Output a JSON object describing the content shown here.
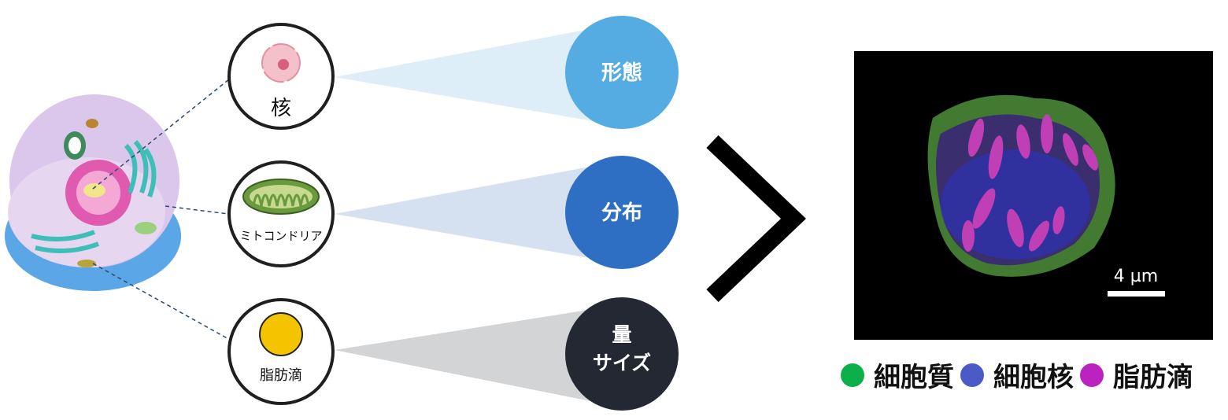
{
  "features": [
    {
      "label": "核",
      "metric": "形態",
      "metric_color": "#54ACE3",
      "funnel_color": "#DDEEF9"
    },
    {
      "label": "ミトコンドリア",
      "metric": "分布",
      "metric_color": "#2F6FC3",
      "funnel_color": "#D5E1F1"
    },
    {
      "label": "脂肪滴",
      "metric_line1": "量",
      "metric_line2": "サイズ",
      "metric_color": "#232833",
      "funnel_color": "#D3D4D6"
    }
  ],
  "image": {
    "scale_bar": "4 µm"
  },
  "legend": [
    {
      "label": "細胞質",
      "color": "#0CB04A"
    },
    {
      "label": "細胞核",
      "color": "#4A5BC8"
    },
    {
      "label": "脂肪滴",
      "color": "#BC22BF"
    }
  ]
}
